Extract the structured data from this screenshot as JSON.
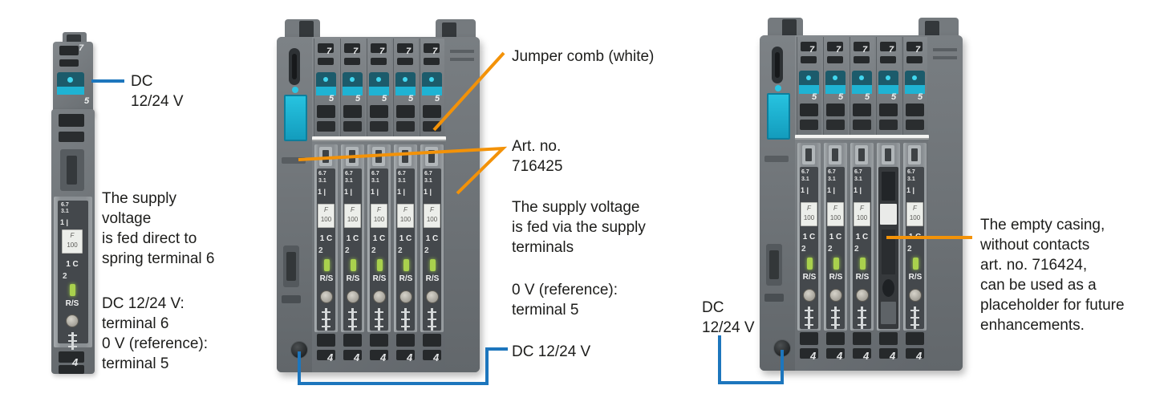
{
  "figure": {
    "panels": {
      "single": {
        "callout_dc": "DC\n12/24 V",
        "note_supply": "The supply\nvoltage\nis fed direct to\nspring terminal 6",
        "note_terminals": "DC 12/24 V:\nterminal 6\n0 V (reference):\nterminal 5"
      },
      "five_gang": {
        "callout_jumper_comb": "Jumper comb (white)",
        "callout_art_no": "Art. no.\n716425",
        "note_supply": "The supply voltage\nis fed via the supply\nterminals",
        "note_reference": "0 V (reference):\nterminal 5",
        "callout_dc": "DC 12/24 V"
      },
      "placeholder": {
        "callout_dc": "DC\n12/24 V",
        "note_empty_casing": "The empty casing,\nwithout contacts\nart. no. 716424,\ncan be used as a\nplaceholder for future\nenhancements."
      }
    },
    "module_labels": {
      "terminal_top": "7",
      "terminal_supply": "5",
      "terminal_bottom": "4",
      "mark_a": "6.7",
      "mark_b": "3.1",
      "mark_c": "1 |",
      "fuse_letter": "F",
      "fuse_value": "100",
      "contact": "1 C",
      "coil": "2",
      "reset_switch": "R/S"
    },
    "colors": {
      "leader_blue": "#1d76bd",
      "leader_orange": "#f39208",
      "relay_teal": "#1fb3d3",
      "led_green": "#a9d14d",
      "housing_gray": "#70767a",
      "text": "#1d1d1b"
    }
  }
}
